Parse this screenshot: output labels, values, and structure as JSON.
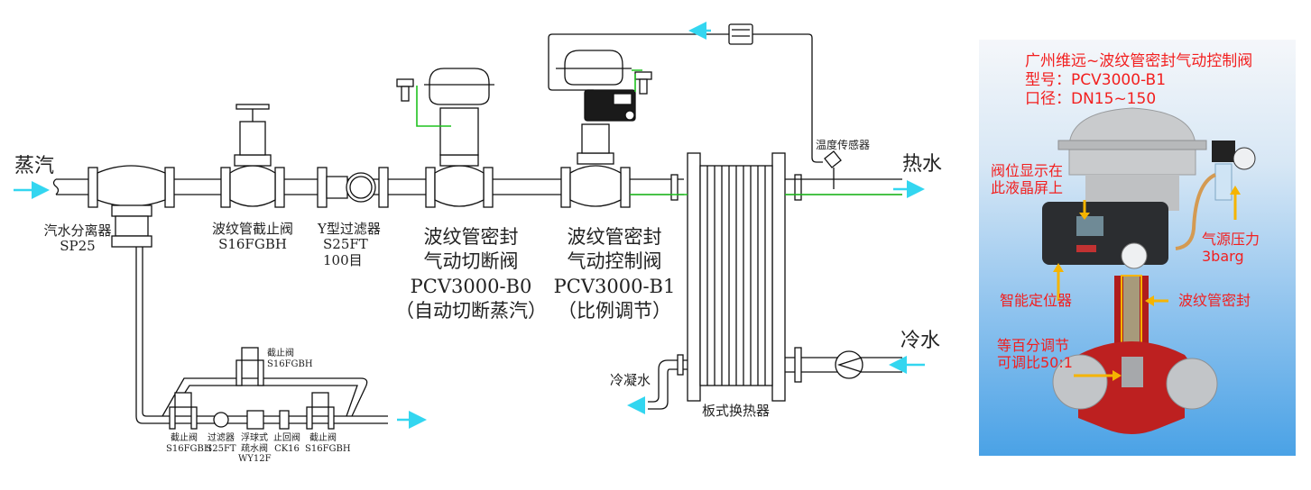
{
  "diagram": {
    "inlet_label": "蒸汽",
    "hot_water_label": "热水",
    "cold_water_label": "冷水",
    "condensate_label": "冷凝水",
    "temp_sensor_label": "温度传感器",
    "heat_exchanger_label": "板式换热器",
    "separator": {
      "name": "汽水分离器",
      "model": "SP25"
    },
    "stop_valve": {
      "name": "波纹管截止阀",
      "model": "S16FGBH"
    },
    "y_strainer": {
      "name": "Y型过滤器",
      "model": "S25FT",
      "mesh": "100目"
    },
    "shutoff_valve": {
      "line1": "波纹管密封",
      "line2": "气动切断阀",
      "model": "PCV3000-B0",
      "note": "（自动切断蒸汽）"
    },
    "control_valve": {
      "line1": "波纹管密封",
      "line2": "气动控制阀",
      "model": "PCV3000-B1",
      "note": "（比例调节）"
    },
    "bypass": {
      "top_valve": {
        "name": "截止阀",
        "model": "S16FGBH"
      },
      "items": [
        {
          "name": "截止阀",
          "model": "S16FGBH",
          "extra": ""
        },
        {
          "name": "过滤器",
          "model": "S25FT",
          "extra": ""
        },
        {
          "name": "浮球式",
          "model": "疏水阀",
          "extra": "WY12F"
        },
        {
          "name": "止回阀",
          "model": "CK16",
          "extra": ""
        },
        {
          "name": "截止阀",
          "model": "S16FGBH",
          "extra": ""
        }
      ]
    },
    "colors": {
      "flow_arrow": "#33d6f0",
      "signal_line": "#1fc21f",
      "pipe": "#111111"
    }
  },
  "photo": {
    "title": "广州维远~波纹管密封气动控制阀",
    "model_line": "型号：PCV3000-B1",
    "size_line": "口径：DN15~150",
    "callout_display": [
      "阀位显示在",
      "此液晶屏上"
    ],
    "callout_air": [
      "气源压力",
      "3barg"
    ],
    "callout_positioner": "智能定位器",
    "callout_bellows": "波纹管密封",
    "callout_ratio": [
      "等百分调节",
      "可调比50:1"
    ],
    "colors": {
      "callout_text": "#f21f1f",
      "arrow": "#f5b400"
    }
  }
}
